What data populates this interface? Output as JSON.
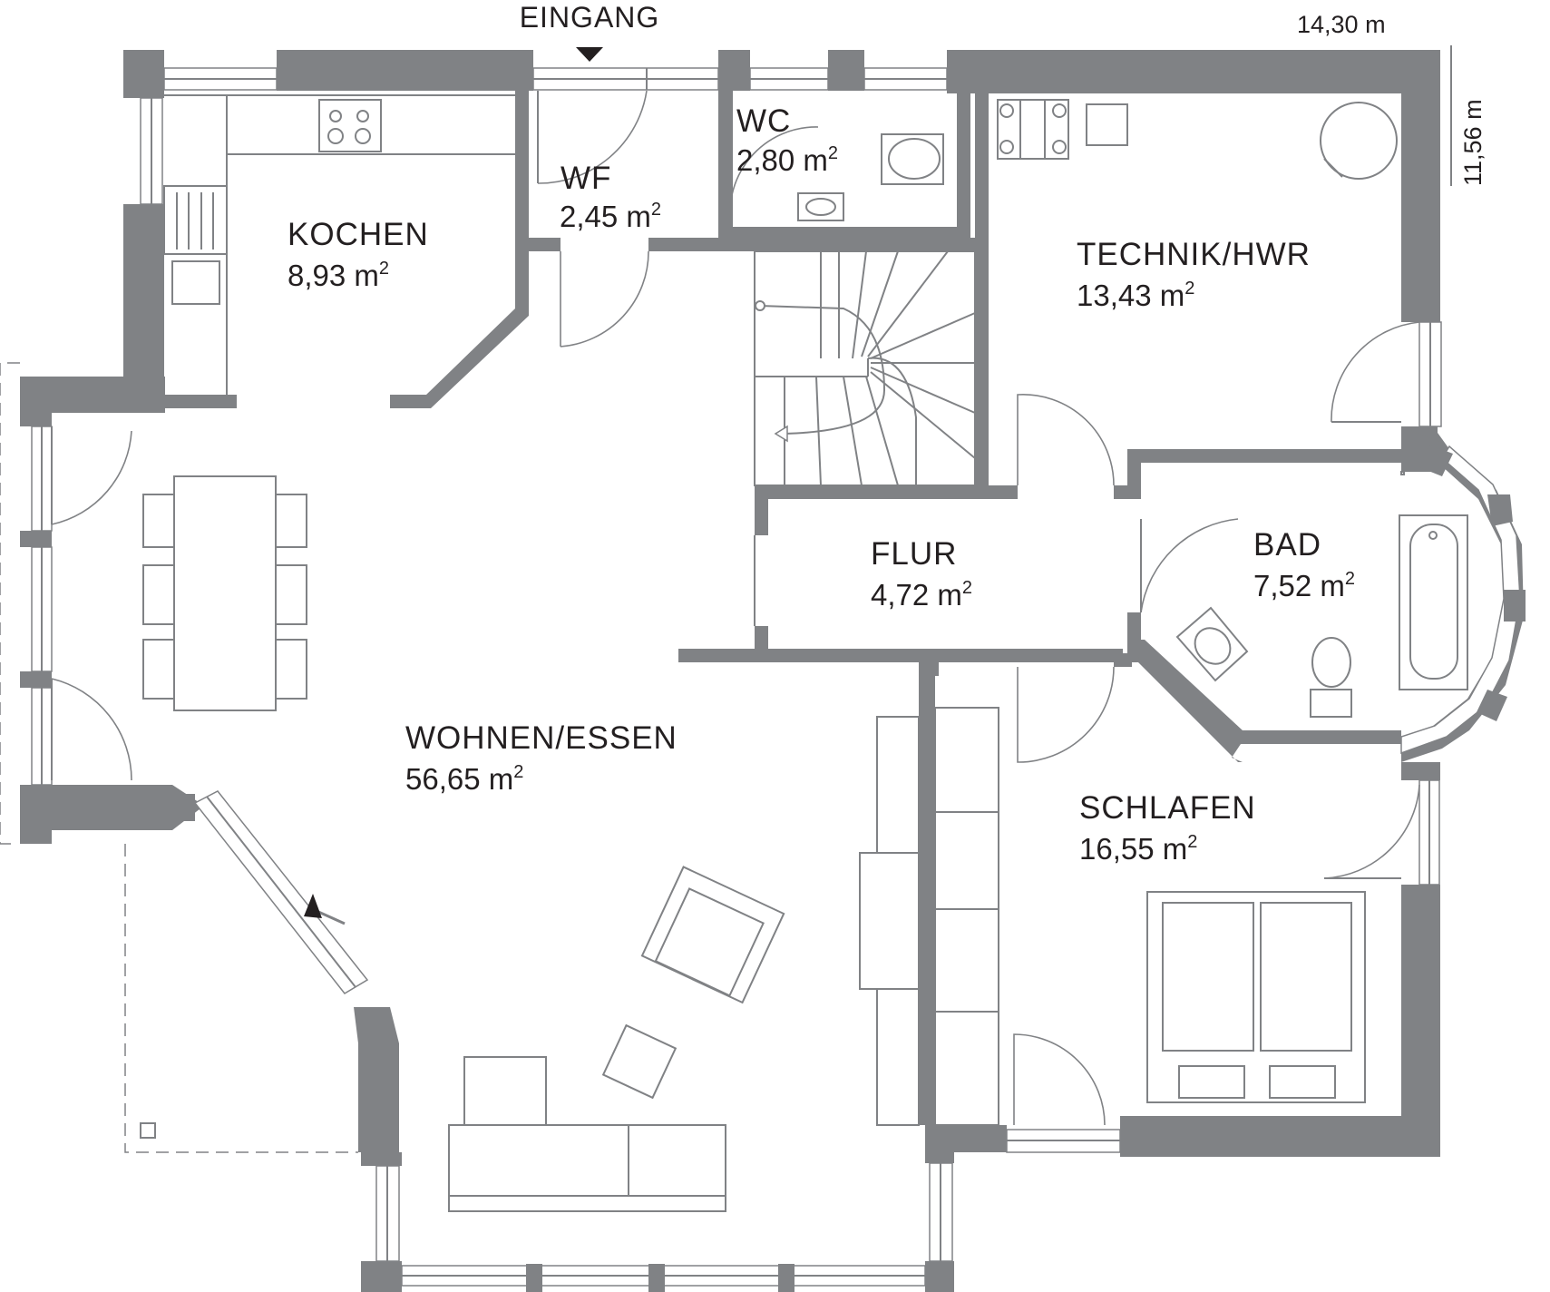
{
  "entrance": {
    "label": "EINGANG"
  },
  "dimensions": {
    "width": "14,30 m",
    "depth": "11,56 m"
  },
  "area_unit": "m",
  "area_exponent": "2",
  "rooms": {
    "kochen": {
      "name": "KOCHEN",
      "area": "8,93"
    },
    "wf": {
      "name": "WF",
      "area": "2,45"
    },
    "wc": {
      "name": "WC",
      "area": "2,80"
    },
    "technik": {
      "name": "TECHNIK/HWR",
      "area": "13,43"
    },
    "flur": {
      "name": "FLUR",
      "area": "4,72"
    },
    "bad": {
      "name": "BAD",
      "area": "7,52"
    },
    "wohnen": {
      "name": "WOHNEN/ESSEN",
      "area": "56,65"
    },
    "schlafen": {
      "name": "SCHLAFEN",
      "area": "16,55"
    }
  },
  "colors": {
    "wall": "#808285",
    "text": "#231f20",
    "background": "#ffffff"
  }
}
